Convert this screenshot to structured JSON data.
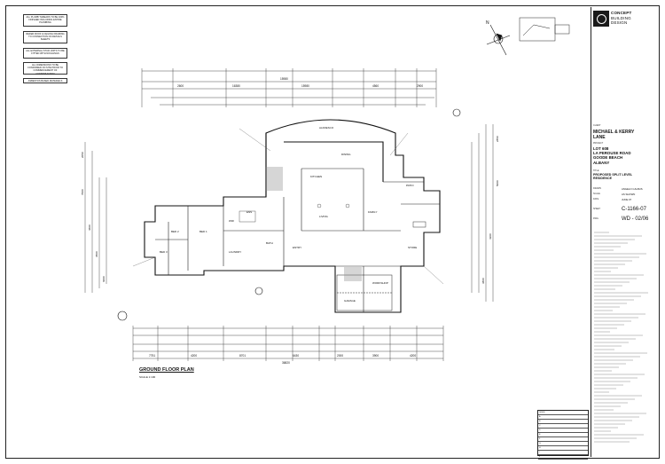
{
  "notes": [
    "ALL PLUMB THREADS TO BE 100% FINISHED INCLUDING ENTIRE PLUMBING",
    "REFER ROOF & CEILING FRAMING TO CONNECTION ON DETAILS SHEETS",
    "ALL EXTERNAL STUD UNITS TO BE FITTED WITH NOGGINGS",
    "ALL DIMENSIONS TO BE CONFIRMED ON SITE PRIOR TO COMMENCEMENT OF CONSTRUCTION",
    "ASBESTOS BASED MATERIALS"
  ],
  "compass": {
    "label": "N"
  },
  "title_block": {
    "company_line1": "CONCEPT",
    "company_line2": "BUILDING",
    "company_line3": "DESIGN",
    "client_label": "CLIENT",
    "client_line1": "MICHAEL & KERRY",
    "client_line2": "LANE",
    "project_label": "PROJECT",
    "lot_line1": "LOT 608",
    "lot_line2": "LA PEROUSE ROAD",
    "lot_line3": "GOODE BEACH",
    "lot_line4": "ALBANY",
    "desc_label": "TITLE",
    "desc_line1": "PROPOSED SPLIT LEVEL",
    "desc_line2": "RESIDENCE",
    "drawn_label": "DRAWN",
    "drawn_value": "ANGELO CALBUS",
    "scale_label": "SCALE",
    "scale_value": "AS SHOWN",
    "date_label": "DATE",
    "date_value": "JUNE 07",
    "sheet_label": "SHEET",
    "sheet_value": "C-1166-07",
    "dwg_label": "DWG",
    "dwg_value": "WD - 02/06"
  },
  "plan": {
    "title": "GROUND FLOOR PLAN",
    "scale": "SCALE 1:100",
    "overall_top": "15980",
    "overall_bottom": "36820",
    "dims_top": [
      "2600",
      "16380",
      "15980",
      "4560",
      "2900"
    ],
    "dims_bottom": [
      "7751",
      "4200",
      "8701",
      "6430",
      "2000",
      "3900",
      "4200"
    ],
    "dims_left": [
      "2050",
      "7000",
      "4600",
      "3500",
      "6000"
    ],
    "dims_right": [
      "2850",
      "5000",
      "4300",
      "3800"
    ],
    "rooms": [
      "BED 1",
      "BED 2",
      "BED 3",
      "KITCHEN",
      "LIVING",
      "FAMILY",
      "DINING",
      "ENTRY",
      "WORKSHOP",
      "GARAGE",
      "ALFRESCO",
      "PATIO",
      "LAUNDRY",
      "ENS",
      "BATH",
      "WIR",
      "STORE"
    ]
  },
  "revisions": [
    "ISSUE",
    "A",
    "B",
    "C",
    "D",
    "E",
    "F",
    "G",
    "H",
    "I",
    "J"
  ]
}
